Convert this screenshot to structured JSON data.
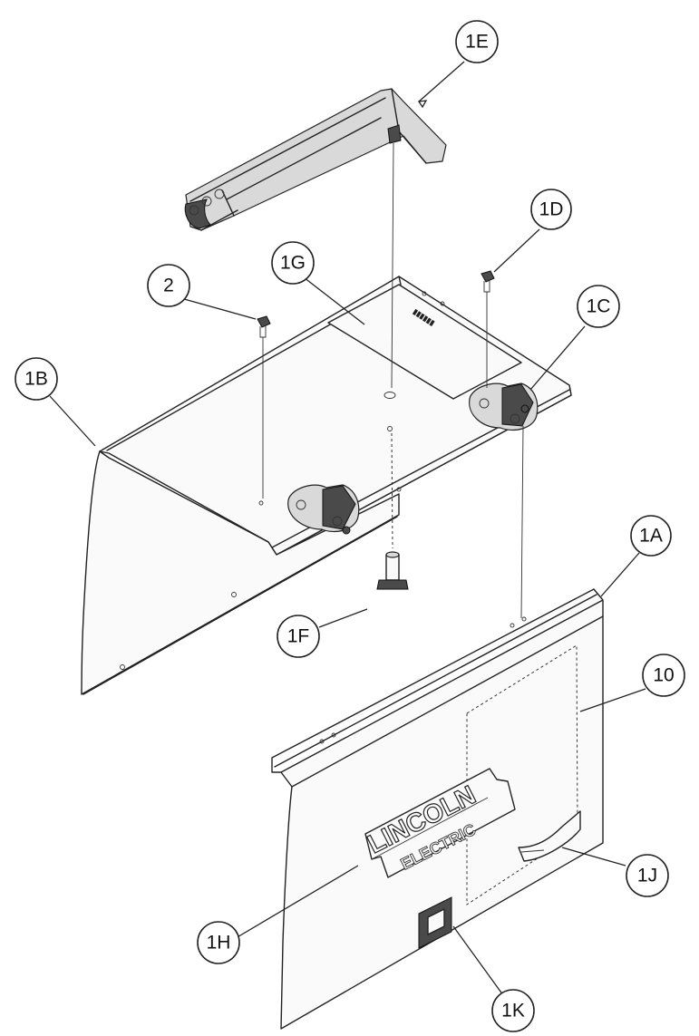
{
  "callouts": {
    "c_1E": "1E",
    "c_1D": "1D",
    "c_2": "2",
    "c_1G": "1G",
    "c_1C": "1C",
    "c_1B": "1B",
    "c_1A": "1A",
    "c_1F": "1F",
    "c_10": "10",
    "c_1J": "1J",
    "c_1H": "1H",
    "c_1K": "1K"
  },
  "logo": {
    "line1": "LINCOLN",
    "line2": "ELECTRIC"
  }
}
